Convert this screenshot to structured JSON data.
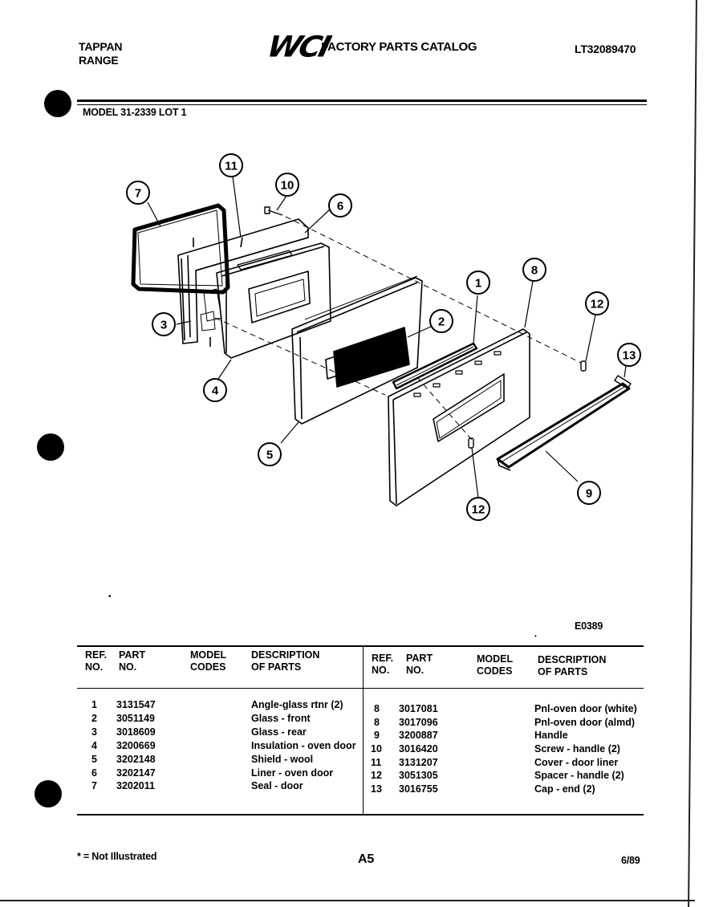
{
  "header": {
    "brand_line1": "TAPPAN",
    "brand_line2": "RANGE",
    "logo_text": "WCI",
    "catalog_title": "FACTORY PARTS CATALOG",
    "catalog_number": "LT32089470",
    "model_line": "MODEL 31-2339 LOT 1"
  },
  "diagram": {
    "callouts": [
      "1",
      "2",
      "3",
      "4",
      "5",
      "6",
      "7",
      "8",
      "9",
      "10",
      "11",
      "12",
      "12",
      "13"
    ],
    "figure_code": "E0389"
  },
  "table_headers": {
    "ref_no": [
      "REF.",
      "NO."
    ],
    "part_no": [
      "PART",
      "NO."
    ],
    "model_codes": [
      "MODEL",
      "CODES"
    ],
    "description": [
      "DESCRIPTION",
      "OF PARTS"
    ]
  },
  "parts_left": [
    {
      "ref": "1",
      "part": "3131547",
      "desc": "Angle-glass rtnr (2)"
    },
    {
      "ref": "2",
      "part": "3051149",
      "desc": "Glass - front"
    },
    {
      "ref": "3",
      "part": "3018609",
      "desc": "Glass - rear"
    },
    {
      "ref": "4",
      "part": "3200669",
      "desc": "Insulation - oven door"
    },
    {
      "ref": "5",
      "part": "3202148",
      "desc": "Shield - wool"
    },
    {
      "ref": "6",
      "part": "3202147",
      "desc": "Liner - oven door"
    },
    {
      "ref": "7",
      "part": "3202011",
      "desc": "Seal - door"
    }
  ],
  "parts_right": [
    {
      "ref": "8",
      "part": "3017081",
      "desc": "Pnl-oven door (white)"
    },
    {
      "ref": "8",
      "part": "3017096",
      "desc": "Pnl-oven  door (almd)"
    },
    {
      "ref": "9",
      "part": "3200887",
      "desc": "Handle"
    },
    {
      "ref": "10",
      "part": "3016420",
      "desc": "Screw - handle (2)"
    },
    {
      "ref": "11",
      "part": "3131207",
      "desc": "Cover - door liner"
    },
    {
      "ref": "12",
      "part": "3051305",
      "desc": "Spacer - handle (2)"
    },
    {
      "ref": "13",
      "part": "3016755",
      "desc": "Cap - end (2)"
    }
  ],
  "footer": {
    "note": "* = Not Illustrated",
    "page": "A5",
    "date": "6/89"
  }
}
